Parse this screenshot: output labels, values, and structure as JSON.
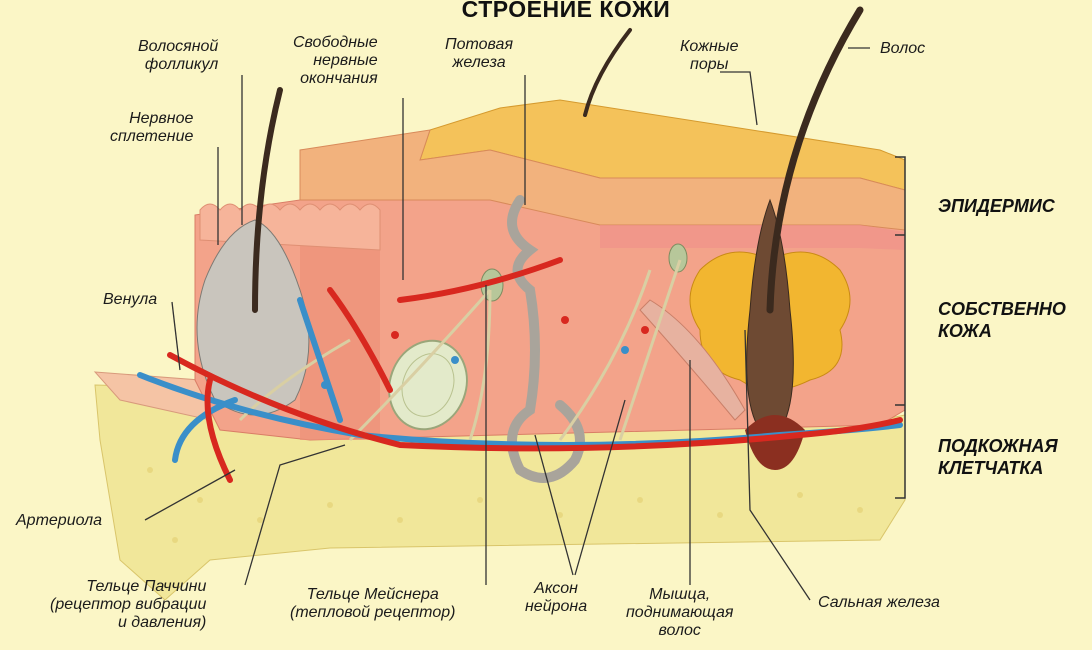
{
  "title": "СТРОЕНИЕ КОЖИ",
  "labels": {
    "hair_follicle": "Волосяной\nфолликул",
    "free_nerve_endings": "Свободные\nнервные\nокончания",
    "sweat_gland": "Потовая\nжелеза",
    "skin_pores": "Кожные\nпоры",
    "hair": "Волос",
    "nerve_plexus": "Нервное\nсплетение",
    "venule": "Венула",
    "arteriole": "Артериола",
    "pacini": "Тельце Паччини\n(рецептор вибрации\nи давления)",
    "meissner": "Тельце Мейснера\n(тепловой рецептор)",
    "axon": "Аксон\nнейрона",
    "muscle": "Мышца,\nподнимающая\nволос",
    "sebaceous": "Сальная железа"
  },
  "layers": {
    "epidermis": "ЭПИДЕРМИС",
    "dermis": "СОБСТВЕННО\nКОЖА",
    "hypodermis": "ПОДКОЖНАЯ\nКЛЕТЧАТКА"
  },
  "colors": {
    "background": "#fbf6c6",
    "epidermis_top": "#f4c25a",
    "dermis": "#f3a38a",
    "fat": "#f1e79a",
    "artery": "#d8281f",
    "vein": "#3a8fc9",
    "nerve": "#d9cfa3",
    "hair": "#3b2a1e"
  }
}
